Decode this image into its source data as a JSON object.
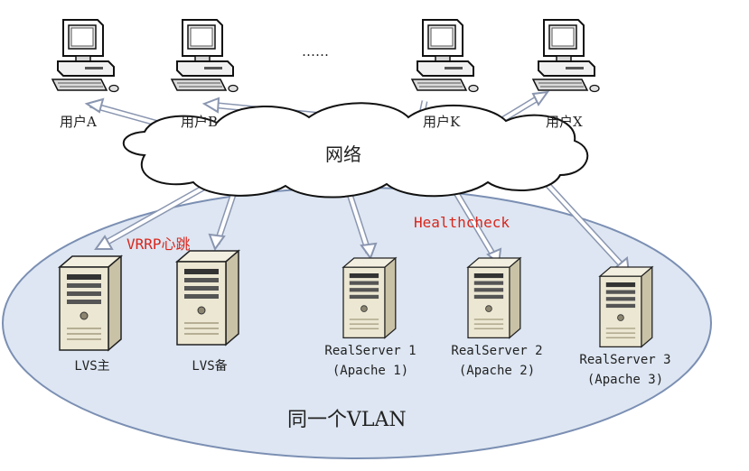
{
  "network_label": "网络",
  "vlan_label": "同一个VLAN",
  "ellipsis": "……",
  "annotations": {
    "vrrp": "VRRP心跳",
    "healthcheck": "Healthcheck"
  },
  "users": [
    {
      "label": "用户A"
    },
    {
      "label": "用户B"
    },
    {
      "label": "用户K"
    },
    {
      "label": "用户X"
    }
  ],
  "servers": [
    {
      "name": "LVS主",
      "sub": ""
    },
    {
      "name": "LVS备",
      "sub": ""
    },
    {
      "name": "RealServer 1",
      "sub": "(Apache 1)"
    },
    {
      "name": "RealServer 2",
      "sub": "(Apache 2)"
    },
    {
      "name": "RealServer 3",
      "sub": "(Apache 3)"
    }
  ],
  "colors": {
    "vlan_fill": "#dde6f2",
    "vlan_stroke": "#7b8fb3",
    "annotation": "#d9261c",
    "arrow_outline": "#8a96b0"
  }
}
